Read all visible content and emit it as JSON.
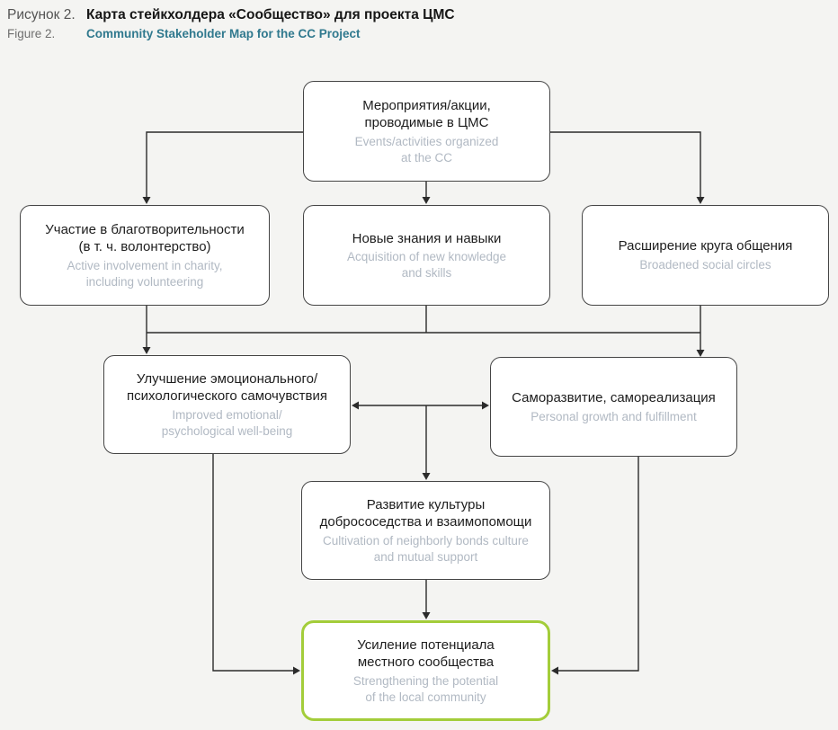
{
  "header": {
    "label_ru": "Рисунок 2.",
    "title_ru": "Карта стейкхолдера «Сообщество» для проекта ЦМС",
    "label_en": "Figure 2.",
    "title_en": "Community Stakeholder Map for the CC Project"
  },
  "colors": {
    "background": "#f4f4f2",
    "box_fill": "#ffffff",
    "box_border": "#454545",
    "ru_text": "#1d1d1d",
    "en_text": "#b1b9c3",
    "line": "#2b2b2b",
    "accent_green": "#a3cd3a",
    "title_teal": "#30798e"
  },
  "nodes": {
    "events": {
      "ru": "Мероприятия/акции,\nпроводимые в ЦМС",
      "en": "Events/activities organized\nat the CC"
    },
    "charity": {
      "ru": "Участие в благотворительности\n(в т. ч. волонтерство)",
      "en": "Active involvement in charity,\nincluding volunteering"
    },
    "knowledge": {
      "ru": "Новые знания и навыки",
      "en": "Acquisition of new knowledge\nand skills"
    },
    "social": {
      "ru": "Расширение круга общения",
      "en": "Broadened social circles"
    },
    "wellbeing": {
      "ru": "Улучшение эмоционального/\nпсихологического самочувствия",
      "en": "Improved emotional/\npsychological well-being"
    },
    "growth": {
      "ru": "Саморазвитие, самореализация",
      "en": "Personal growth and fulfillment"
    },
    "culture": {
      "ru": "Развитие культуры\nдобрососедства и взаимопомощи",
      "en": "Cultivation of neighborly bonds culture\nand mutual support"
    },
    "community": {
      "ru": "Усиление потенциала\nместного сообщества",
      "en": "Strengthening the potential\nof the local community"
    }
  }
}
